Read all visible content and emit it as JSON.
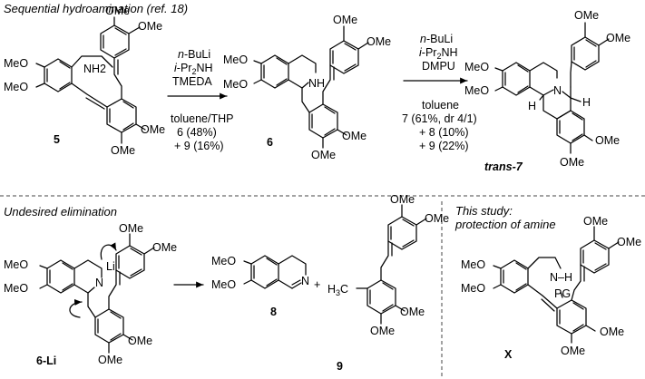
{
  "panels": {
    "top": {
      "heading": "Sequential hydroamination (ref. 18)",
      "step1": {
        "reagents": [
          "n-BuLi",
          "i-Pr2NH",
          "TMEDA"
        ],
        "solvent": "toluene/THP",
        "yield_a": "6 (48%)",
        "yield_b": "+ 9 (16%)"
      },
      "step2": {
        "reagents": [
          "n-BuLi",
          "i-Pr2NH",
          "DMPU"
        ],
        "solvent": "toluene",
        "yield_a": "7 (61%, dr 4/1)",
        "yield_b": "+ 8 (10%)",
        "yield_c": "+ 9 (22%)"
      }
    },
    "bottom_left": {
      "heading": "Undesired elimination"
    },
    "bottom_right": {
      "heading_1": "This study:",
      "heading_2": "protection of amine"
    }
  },
  "compounds": {
    "c5": "5",
    "c6": "6",
    "c7": "trans-7",
    "c6li": "6-Li",
    "c8": "8",
    "c9": "9",
    "cx": "X"
  },
  "atoms": {
    "ome": "OMe",
    "meo": "MeO",
    "nh2": "NH2",
    "nh": "NH",
    "n": "N",
    "li": "Li",
    "h": "H",
    "h3c": "H3C",
    "pg": "PG",
    "plus": "+"
  }
}
